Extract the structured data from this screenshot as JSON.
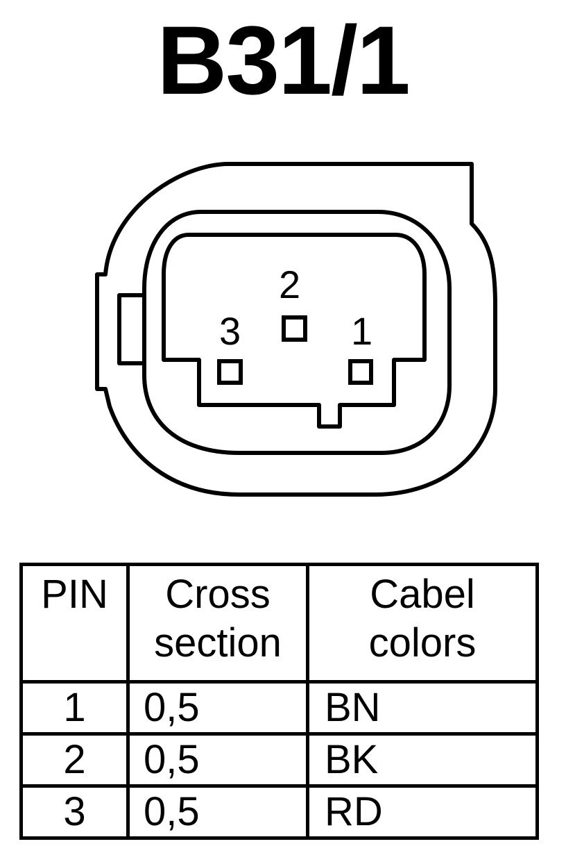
{
  "title": "B31/1",
  "connector": {
    "pins": [
      {
        "number": "1"
      },
      {
        "number": "2"
      },
      {
        "number": "3"
      }
    ]
  },
  "table": {
    "headers": {
      "pin": "PIN",
      "cross_line1": "Cross",
      "cross_line2": "section",
      "colors_line1": "Cabel",
      "colors_line2": "colors"
    },
    "rows": [
      {
        "pin": "1",
        "cross_section": "0,5",
        "color": "BN"
      },
      {
        "pin": "2",
        "cross_section": "0,5",
        "color": "BK"
      },
      {
        "pin": "3",
        "cross_section": "0,5",
        "color": "RD"
      }
    ]
  }
}
